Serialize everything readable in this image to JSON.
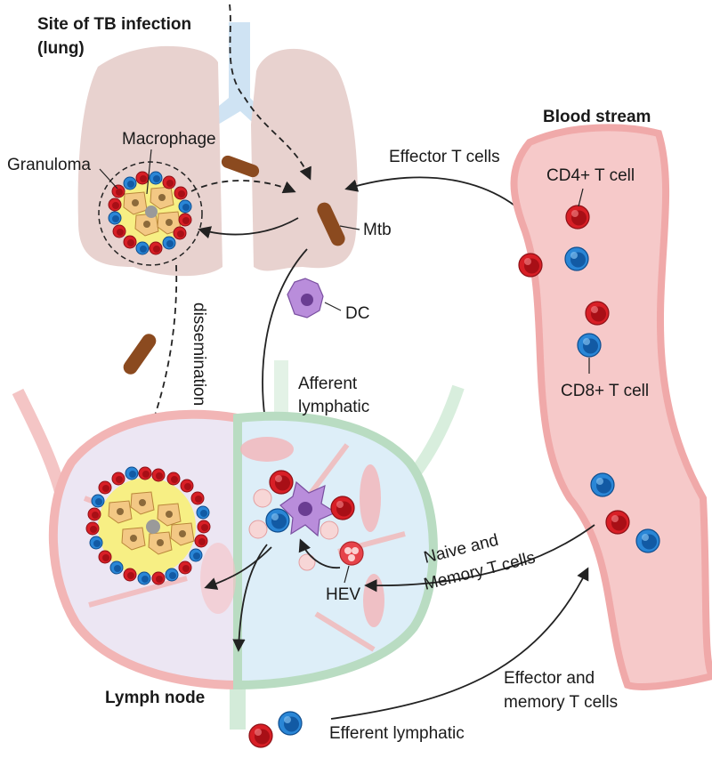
{
  "labels": {
    "site_title_line1": "Site of TB infection",
    "site_title_line2": "(lung)",
    "blood_stream": "Blood stream",
    "effector_t_cells": "Effector T cells",
    "cd4_t_cell": "CD4+ T cell",
    "cd8_t_cell": "CD8+ T cell",
    "granuloma": "Granuloma",
    "macrophage": "Macrophage",
    "mtb": "Mtb",
    "dc": "DC",
    "dissemination": "dissemination",
    "afferent_line1": "Afferent",
    "afferent_line2": "lymphatic",
    "naive_line1": "Naive  and",
    "naive_line2": "Memory T cells",
    "hev": "HEV",
    "lymph_node": "Lymph node",
    "effector_memory_line1": "Effector and",
    "effector_memory_line2": "memory T cells",
    "efferent_lymphatic": "Efferent lymphatic"
  },
  "colors": {
    "lung": "#e8d2cf",
    "airway": "#cfe3f3",
    "vessel": "#f6c9c9",
    "vessel_edge": "#f0a9a9",
    "cd4_cell": "#d81f26",
    "cd8_cell": "#1f6fc0",
    "mtb": "#8b4a1f",
    "dc": "#9b6cc2",
    "lymph_left": "#ece6f3",
    "lymph_right": "#ddeef8",
    "lymph_edge_left": "#f2b5b5",
    "lymph_edge_right": "#b9dcc2",
    "macrophage": "#f3c884",
    "granuloma_fill": "#f7ef84"
  },
  "icons": [
    "mtb-bacillus-icon",
    "dendritic-cell-icon",
    "t-cell-icon",
    "macrophage-icon"
  ]
}
